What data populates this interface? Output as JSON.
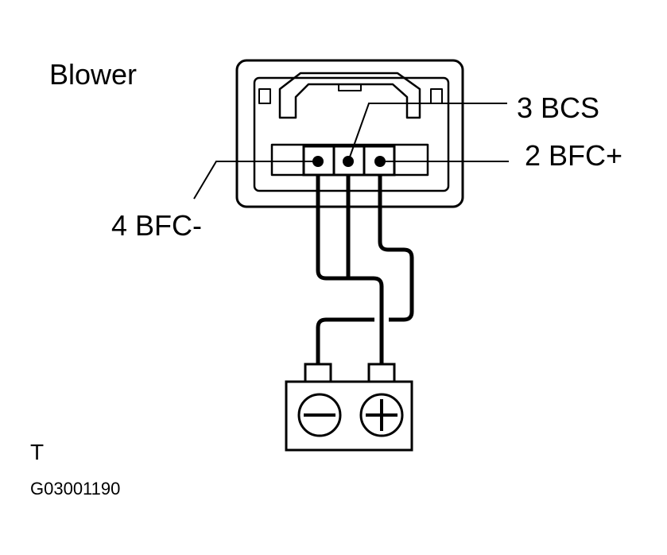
{
  "title": "Blower",
  "pins": [
    {
      "number": "3",
      "name": "BCS",
      "label": "3 BCS"
    },
    {
      "number": "2",
      "name": "BFC+",
      "label": "2 BFC+"
    },
    {
      "number": "4",
      "name": "BFC-",
      "label": "4  BFC-"
    }
  ],
  "battery": {
    "negative_symbol": "minus-icon",
    "positive_symbol": "plus-icon"
  },
  "corner_mark": "T",
  "figure_id": "G03001190",
  "colors": {
    "line": "#000000",
    "background": "#ffffff"
  }
}
